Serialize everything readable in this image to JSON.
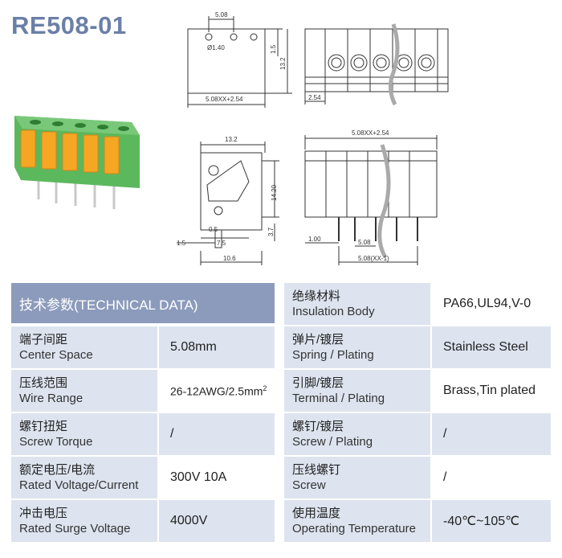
{
  "title": "RE508-01",
  "drawing": {
    "top_pitch": "5.08",
    "hole_dia": "Ø1.40",
    "dim_1_5": "1.5",
    "dim_13_2": "13.2",
    "dim_top_width": "5.08XX+2.54",
    "dim_2_54": "2.54",
    "side_13_2": "13.2",
    "side_14_20": "14.20",
    "side_3_7": "3.7",
    "side_0_5": "0.5",
    "side_1_5": "1.5",
    "side_7_5": "7.5",
    "side_10_6": "10.6",
    "front_width": "5.08XX+2.54",
    "front_1_00": "1.00",
    "front_5_08": "5.08",
    "front_pitch": "5.08(XX-1)"
  },
  "table": {
    "header": "技术参数(TECHNICAL DATA)",
    "left": [
      {
        "zh": "端子间距",
        "en": "Center Space",
        "value": "5.08mm"
      },
      {
        "zh": "压线范围",
        "en": "Wire Range",
        "value": "26-12AWG/2.5mm",
        "sup": "2"
      },
      {
        "zh": "螺钉扭矩",
        "en": "Screw Torque",
        "value": "/"
      },
      {
        "zh": "额定电压/电流",
        "en": "Rated Voltage/Current",
        "value": "300V 10A"
      },
      {
        "zh": "冲击电压",
        "en": "Rated Surge Voltage",
        "value": "4000V"
      }
    ],
    "right": [
      {
        "zh": "绝缘材料",
        "en": "Insulation Body",
        "value": "PA66,UL94,V-0"
      },
      {
        "zh": "弹片/镀层",
        "en": "Spring / Plating",
        "value": "Stainless Steel"
      },
      {
        "zh": "引脚/镀层",
        "en": "Terminal / Plating",
        "value": "Brass,Tin plated"
      },
      {
        "zh": "螺钉/镀层",
        "en": "Screw / Plating",
        "value": "/"
      },
      {
        "zh": "压线螺钉",
        "en": "Screw",
        "value": "/"
      },
      {
        "zh": "使用温度",
        "en": "Operating Temperature",
        "value": "-40℃~105℃"
      }
    ]
  },
  "colors": {
    "title": "#6b7fa8",
    "header": "#8c9bbb",
    "label_bg": "#dde4ef",
    "green": "#5cb85c",
    "orange": "#f5a623"
  }
}
